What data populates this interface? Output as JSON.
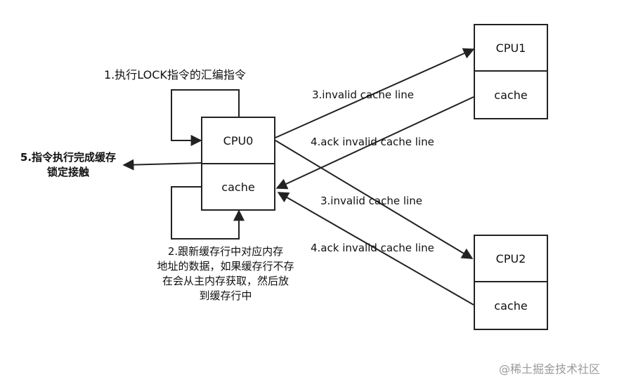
{
  "nodes": {
    "cpu0": "CPU0",
    "cpu0_cache": "cache",
    "cpu1": "CPU1",
    "cpu1_cache": "cache",
    "cpu2": "CPU2",
    "cpu2_cache": "cache"
  },
  "labels": {
    "step1": "1.执行LOCK指令的汇编指令",
    "step2": "2.跟新缓存行中对应内存\n地址的数据，如果缓存行不存\n在会从主内存获取，然后放\n到缓存行中",
    "step3_cpu1": "3.invalid cache line",
    "step4_cpu1": "4.ack invalid cache line",
    "step3_cpu2": "3.invalid cache line",
    "step4_cpu2": "4.ack invalid cache line",
    "step5": "5.指令执行完成缓存\n锁定接触"
  },
  "watermark": "@稀土掘金技术社区"
}
